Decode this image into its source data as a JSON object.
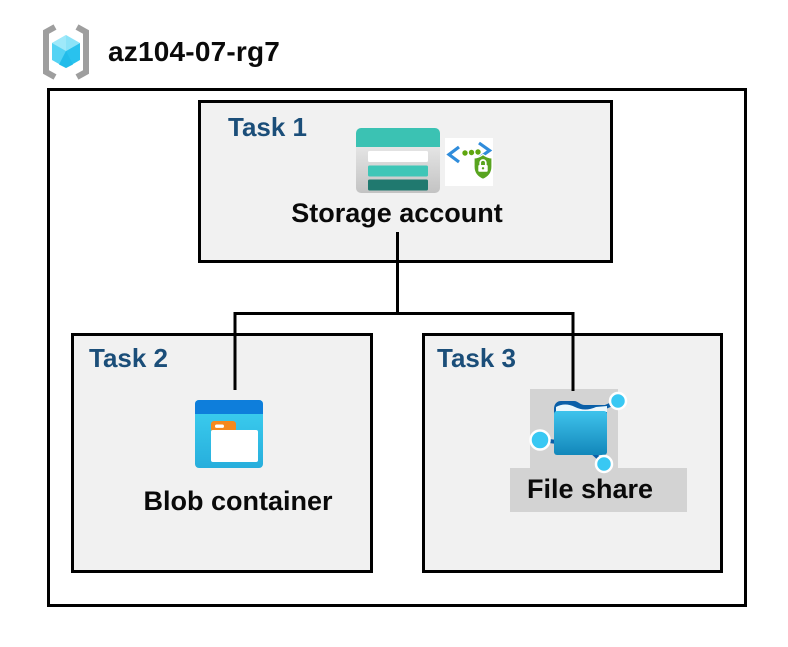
{
  "resource_group": {
    "name": "az104-07-rg7",
    "icon": "resource-group-icon"
  },
  "tasks": [
    {
      "id": "task-1",
      "label": "Task 1",
      "resource": "Storage account",
      "icons": [
        "storage-account-icon",
        "secure-access-icon"
      ]
    },
    {
      "id": "task-2",
      "label": "Task 2",
      "resource": "Blob container",
      "icons": [
        "blob-container-icon"
      ]
    },
    {
      "id": "task-3",
      "label": "Task 3",
      "resource": "File share",
      "icons": [
        "file-share-icon"
      ],
      "highlighted": true
    }
  ],
  "connections": [
    {
      "from": "Storage account",
      "to": "Blob container"
    },
    {
      "from": "Storage account",
      "to": "File share"
    }
  ],
  "colors": {
    "task_label_blue": "#1B4E79",
    "box_fill": "#F1F1F1",
    "border_black": "#000000",
    "highlight_gray": "#D3D3D3",
    "storage_teal": "#3BC2B3",
    "storage_teal_dark": "#20796F",
    "blob_bar_blue": "#0E7EDB",
    "blob_body_cyan": "#31C4E9",
    "fileshare_dark_blue": "#0A5FA8",
    "node_cyan": "#39C8F3",
    "secure_green": "#58A41F",
    "secure_bracket_blue": "#2F8CDB",
    "rg_bracket_gray": "#9E9E9E",
    "rg_cube_cyan": "#54D3F4"
  }
}
